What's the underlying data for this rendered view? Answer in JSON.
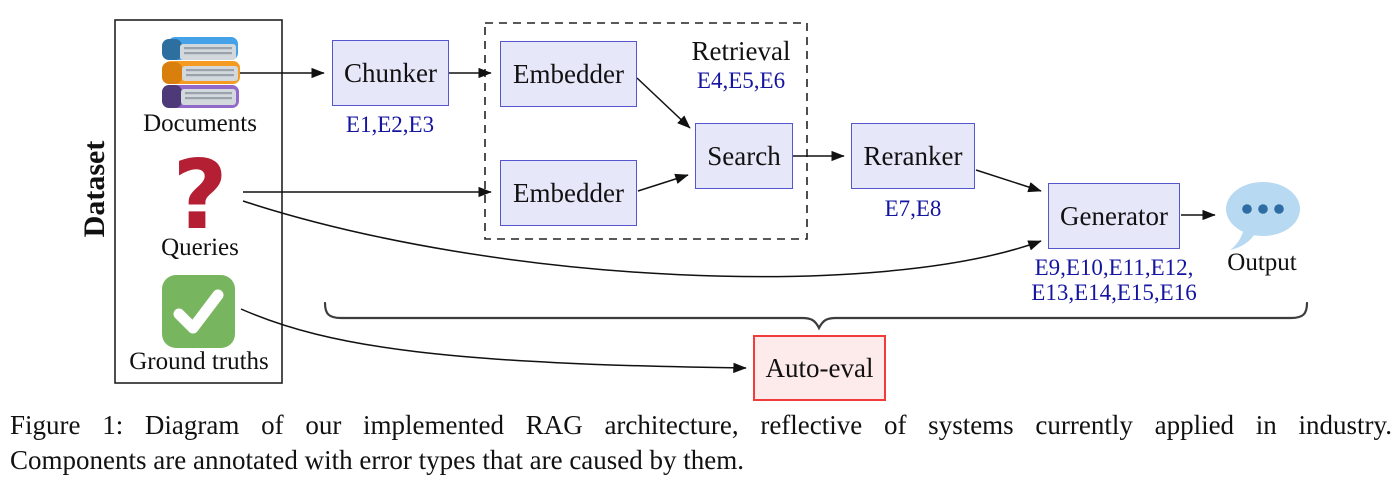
{
  "figure": {
    "dataset": {
      "label": "Dataset",
      "items": {
        "documents": {
          "label": "Documents",
          "icon": "books-icon"
        },
        "queries": {
          "label": "Queries",
          "icon": "question-mark-icon"
        },
        "ground_truths": {
          "label": "Ground truths",
          "icon": "checkmark-icon"
        }
      }
    },
    "nodes": {
      "chunker": {
        "label": "Chunker",
        "errors": "E1,E2,E3"
      },
      "embedder_top": {
        "label": "Embedder"
      },
      "embedder_bottom": {
        "label": "Embedder"
      },
      "search": {
        "label": "Search"
      },
      "reranker": {
        "label": "Reranker",
        "errors": "E7,E8"
      },
      "generator": {
        "label": "Generator",
        "errors_line1": "E9,E10,E11,E12,",
        "errors_line2": "E13,E14,E15,E16"
      },
      "auto_eval": {
        "label": "Auto-eval"
      }
    },
    "retrieval_group": {
      "label": "Retrieval",
      "errors": "E4,E5,E6"
    },
    "output": {
      "label": "Output",
      "icon": "speech-bubble-icon"
    }
  },
  "caption": {
    "line1": "Figure 1: Diagram of our implemented RAG architecture, reflective of systems currently applied in industry.",
    "line2": "Components are annotated with error types that are caused by them."
  },
  "colors": {
    "node_fill": "#e7e7fa",
    "node_border": "#5656cf",
    "error_text": "#1414a0",
    "autoeval_fill": "#fdeaea",
    "autoeval_border": "#f23b3b",
    "bubble_fill": "#b7d9f2",
    "bubble_dots": "#2e6da4",
    "check_green": "#77b55e",
    "question_red": "#b41f33",
    "book_blue": "#45a1e8",
    "book_orange": "#f59b22",
    "book_purple": "#9268c8"
  }
}
